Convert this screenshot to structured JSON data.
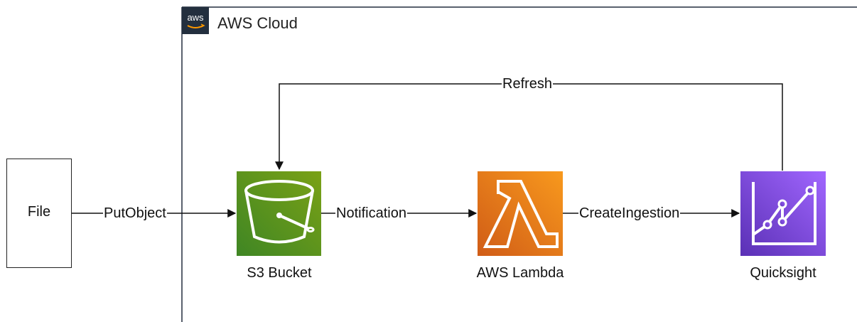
{
  "diagram": {
    "cloud": {
      "title": "AWS Cloud",
      "badge_text": "aws",
      "badge_color": "#232f3e"
    },
    "nodes": {
      "file": {
        "label": "File"
      },
      "s3": {
        "label": "S3 Bucket",
        "icon": "s3-bucket-icon",
        "color_top": "#7aa116",
        "color_bottom": "#3f8624"
      },
      "lambda": {
        "label": "AWS Lambda",
        "icon": "lambda-icon",
        "color_top": "#f8991d",
        "color_bottom": "#d05c17"
      },
      "quicksight": {
        "label": "Quicksight",
        "icon": "quicksight-icon",
        "color_top": "#a166ff",
        "color_bottom": "#5a30b5"
      }
    },
    "edges": {
      "putobject": "PutObject",
      "notification": "Notification",
      "createingestion": "CreateIngestion",
      "refresh": "Refresh"
    }
  }
}
